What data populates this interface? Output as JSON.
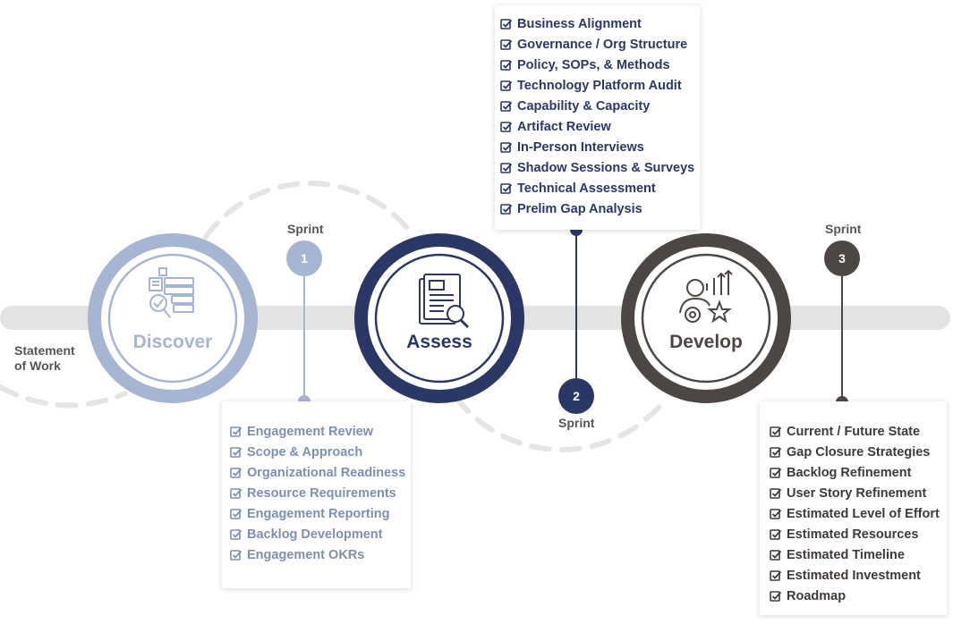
{
  "statement_of_work": [
    "Statement",
    "of Work"
  ],
  "colors": {
    "discover": "#a6b6d2",
    "assess": "#2b3866",
    "develop": "#4c4744",
    "band": "#e3e3e3",
    "dash": "#e5e5e5"
  },
  "phases": [
    {
      "name": "Discover",
      "icon": "data-search-icon"
    },
    {
      "name": "Assess",
      "icon": "document-search-icon"
    },
    {
      "name": "Develop",
      "icon": "person-gear-growth-icon"
    }
  ],
  "sprints": [
    {
      "label": "Sprint",
      "number": "1"
    },
    {
      "label": "Sprint",
      "number": "2"
    },
    {
      "label": "Sprint",
      "number": "3"
    }
  ],
  "lists": {
    "discover": [
      "Engagement Review",
      "Scope & Approach",
      "Organizational Readiness",
      "Resource Requirements",
      "Engagement Reporting",
      "Backlog Development",
      "Engagement OKRs"
    ],
    "assess": [
      "Business Alignment",
      "Governance / Org Structure",
      "Policy, SOPs, & Methods",
      "Technology Platform Audit",
      "Capability & Capacity",
      "Artifact Review",
      "In-Person Interviews",
      "Shadow Sessions & Surveys",
      "Technical Assessment",
      "Prelim Gap Analysis"
    ],
    "develop": [
      "Current / Future State",
      "Gap Closure Strategies",
      "Backlog Refinement",
      "User Story Refinement",
      "Estimated Level of Effort",
      "Estimated Resources",
      "Estimated Timeline",
      "Estimated Investment",
      "Roadmap"
    ]
  }
}
